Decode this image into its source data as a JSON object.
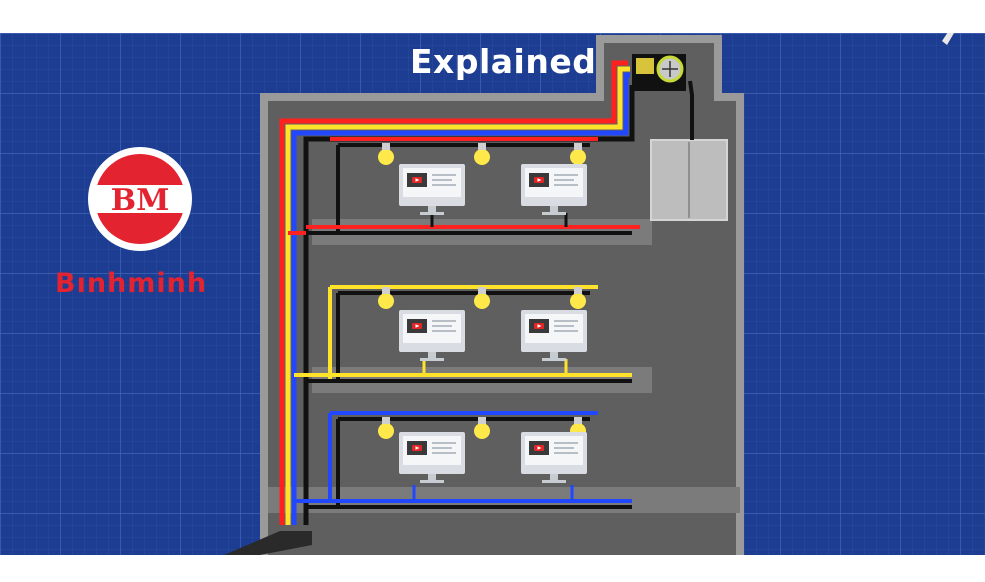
{
  "header": {
    "title": "Explained"
  },
  "brand": {
    "logo_text": "BM",
    "name": "Bınhminh",
    "color": "#e3232f"
  },
  "floors": [
    {
      "level": "top",
      "circuit_color": "#ff2020"
    },
    {
      "level": "middle",
      "circuit_color": "#ffe32b"
    },
    {
      "level": "bottom",
      "circuit_color": "#2148ff"
    }
  ],
  "colors": {
    "background": "#1a3a8c",
    "building_wall": "#9a9a9a",
    "building_inner": "#5f5f5f",
    "live_red": "#ff2020",
    "live_yellow": "#ffe32b",
    "live_blue": "#2148ff",
    "neutral": "#111111"
  },
  "icons": {
    "bulb": "light-bulb-icon",
    "monitor": "computer-monitor-icon",
    "meter": "electric-meter-icon",
    "panel": "distribution-board-icon"
  }
}
